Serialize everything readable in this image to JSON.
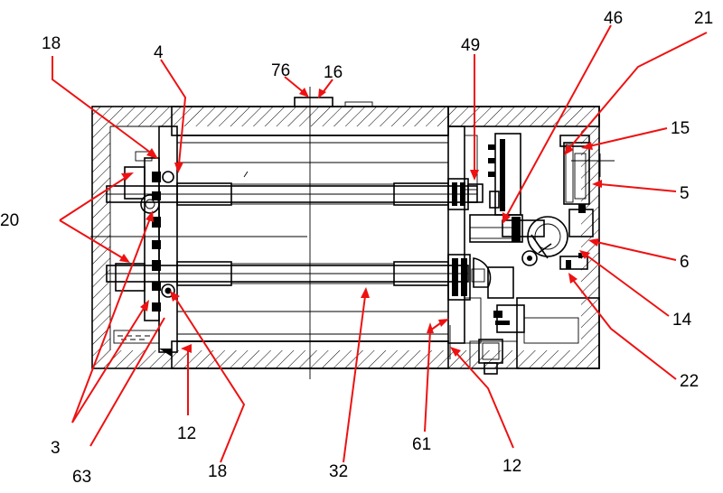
{
  "labels": {
    "l18a": "18",
    "l4": "4",
    "l76": "76",
    "l16": "16",
    "l49": "49",
    "l46": "46",
    "l21": "21",
    "l15": "15",
    "l20": "20",
    "l5": "5",
    "l6": "6",
    "l14": "14",
    "l22": "22",
    "l3": "3",
    "l12a": "12",
    "l63": "63",
    "l18b": "18",
    "l32": "32",
    "l61": "61",
    "l12b": "12"
  },
  "colors": {
    "leader": "#ee1111",
    "line": "#000000",
    "background": "#ffffff"
  }
}
